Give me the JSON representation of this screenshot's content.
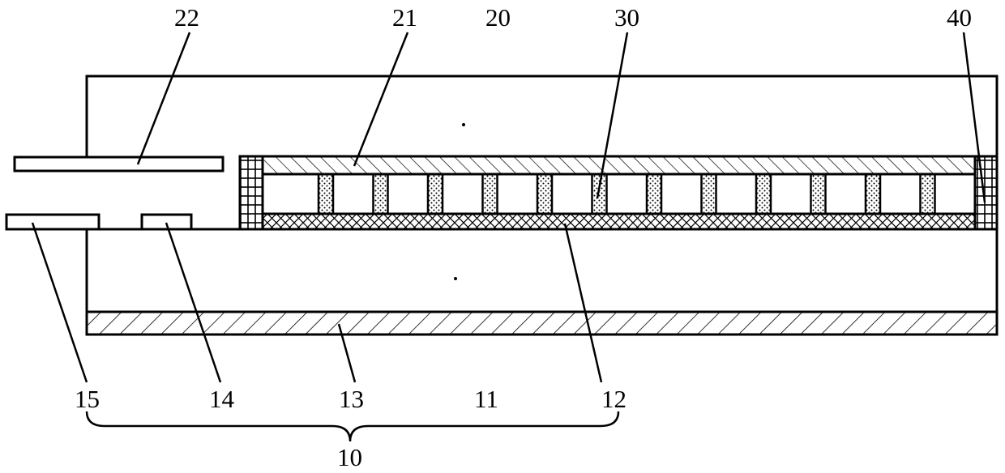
{
  "diagram": {
    "labels": {
      "l22": "22",
      "l21": "21",
      "l20": "20",
      "l30": "30",
      "l40": "40",
      "l15": "15",
      "l14": "14",
      "l13": "13",
      "l11": "11",
      "l12": "12",
      "l10": "10"
    },
    "spacer_count": 12,
    "colors": {
      "stroke": "#000000",
      "fill": "#ffffff"
    }
  }
}
